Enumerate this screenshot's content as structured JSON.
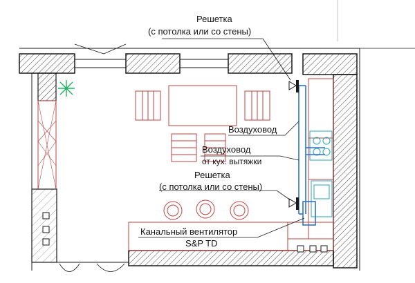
{
  "labels": {
    "grille_top_line1": "Решетка",
    "grille_top_line2": "(с потолка или со стены)",
    "duct": "Воздуховод",
    "kitchen_duct_line1": "Воздуховод",
    "kitchen_duct_line2": "от кух. вытяжки",
    "grille_bottom_line1": "Решетка",
    "grille_bottom_line2": "(с потолка или со стены)",
    "fan_line1": "Канальный вентилятор",
    "fan_line2": "S&P TD"
  },
  "colors": {
    "wall_line": "#1a1a1a",
    "hatch": "#444444",
    "furniture": "#c04040",
    "duct_blue": "#2a6fd6",
    "fan_cyan": "#24a6b8",
    "ceiling_light": "#21b35a",
    "background": "#ffffff"
  },
  "icons": {
    "ceiling_light": "snowflake-light-icon",
    "ventilation_grille": "triangle-grille-icon"
  }
}
